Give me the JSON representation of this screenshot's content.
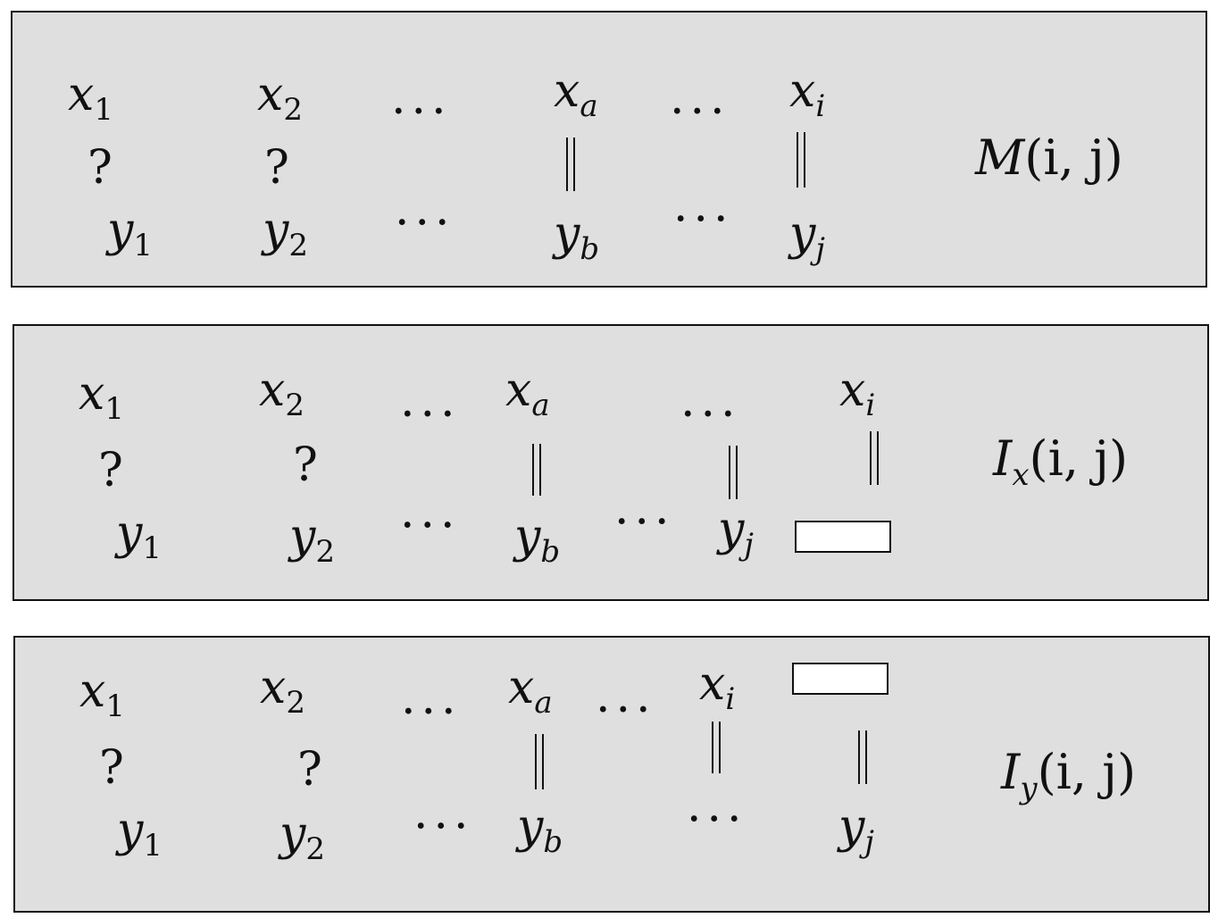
{
  "panels": [
    {
      "label_main": "M",
      "label_sub": "",
      "label_args": "(i, j)",
      "top_row": [
        {
          "base": "x",
          "sub": "1"
        },
        {
          "base": "x",
          "sub": "2"
        },
        {
          "text": "..."
        },
        {
          "base": "x",
          "sub": "a"
        },
        {
          "text": "..."
        },
        {
          "base": "x",
          "sub": "i"
        }
      ],
      "mid_row": [
        "?",
        "?"
      ],
      "bottom_row": [
        {
          "base": "y",
          "sub": "1"
        },
        {
          "base": "y",
          "sub": "2"
        },
        {
          "text": "···"
        },
        {
          "base": "y",
          "sub": "b"
        },
        {
          "text": "···"
        },
        {
          "base": "y",
          "sub": "j"
        }
      ]
    },
    {
      "label_main": "I",
      "label_sub": "x",
      "label_args": "(i, j)",
      "top_row": [
        {
          "base": "x",
          "sub": "1"
        },
        {
          "base": "x",
          "sub": "2"
        },
        {
          "text": "..."
        },
        {
          "base": "x",
          "sub": "a"
        },
        {
          "text": "..."
        },
        {
          "base": "x",
          "sub": "i"
        }
      ],
      "mid_row": [
        "?",
        "?"
      ],
      "bottom_row": [
        {
          "base": "y",
          "sub": "1"
        },
        {
          "base": "y",
          "sub": "2"
        },
        {
          "text": "···"
        },
        {
          "base": "y",
          "sub": "b"
        },
        {
          "text": "···"
        },
        {
          "base": "y",
          "sub": "j"
        }
      ]
    },
    {
      "label_main": "I",
      "label_sub": "y",
      "label_args": "(i, j)",
      "top_row": [
        {
          "base": "x",
          "sub": "1"
        },
        {
          "base": "x",
          "sub": "2"
        },
        {
          "text": "..."
        },
        {
          "base": "x",
          "sub": "a"
        },
        {
          "text": "..."
        },
        {
          "base": "x",
          "sub": "i"
        }
      ],
      "mid_row": [
        "?",
        "?"
      ],
      "bottom_row": [
        {
          "base": "y",
          "sub": "1"
        },
        {
          "base": "y",
          "sub": "2"
        },
        {
          "text": "···"
        },
        {
          "base": "y",
          "sub": "b"
        },
        {
          "text": "···"
        },
        {
          "base": "y",
          "sub": "j"
        }
      ]
    }
  ]
}
